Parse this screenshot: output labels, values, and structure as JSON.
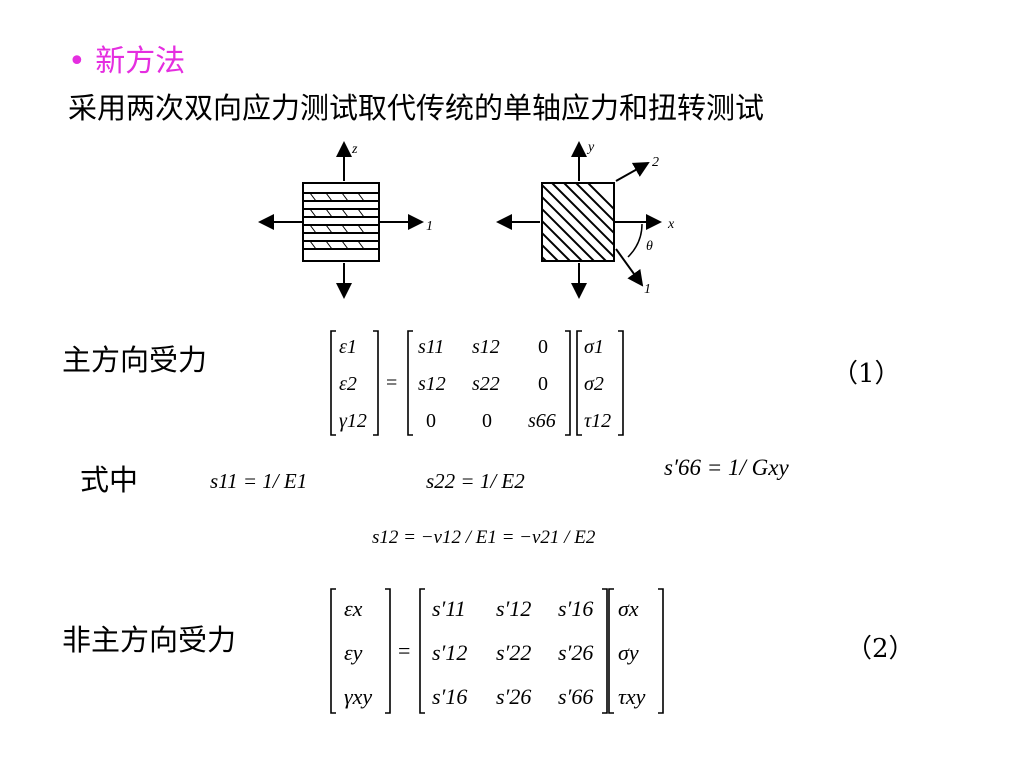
{
  "bullet": "•",
  "heading": "新方法",
  "description": "采用两次双向应力测试取代传统的单轴应力和扭转测试",
  "figure": {
    "left_axes": {
      "vertical": "z",
      "horizontal": "1"
    },
    "right_axes": {
      "vertical": "y",
      "horizontal": "x",
      "diagonal": "2",
      "fiber": "1",
      "angle": "θ"
    }
  },
  "section1": {
    "label": "主方向受力",
    "number": "（1）"
  },
  "section2": {
    "label": "非主方向受力",
    "number": "（2）"
  },
  "where_label": "式中",
  "eq1": {
    "strain": [
      "ε1",
      "ε2",
      "γ12"
    ],
    "stiffness": [
      [
        "s11",
        "s12",
        "0"
      ],
      [
        "s12",
        "s22",
        "0"
      ],
      [
        "0",
        "0",
        "s66"
      ]
    ],
    "stress": [
      "σ1",
      "σ2",
      "τ12"
    ]
  },
  "defs": {
    "s11": "s11 = 1/ E1",
    "s22": "s22 = 1/ E2",
    "s66p": "s′66 = 1/ Gxy",
    "s12": "s12 = −ν12 / E1 = −ν21 / E2"
  },
  "eq2": {
    "strain": [
      "εx",
      "εy",
      "γxy"
    ],
    "stiffness": [
      [
        "s′11",
        "s′12",
        "s′16"
      ],
      [
        "s′12",
        "s′22",
        "s′26"
      ],
      [
        "s′16",
        "s′26",
        "s′66"
      ]
    ],
    "stress": [
      "σx",
      "σy",
      "τxy"
    ]
  }
}
